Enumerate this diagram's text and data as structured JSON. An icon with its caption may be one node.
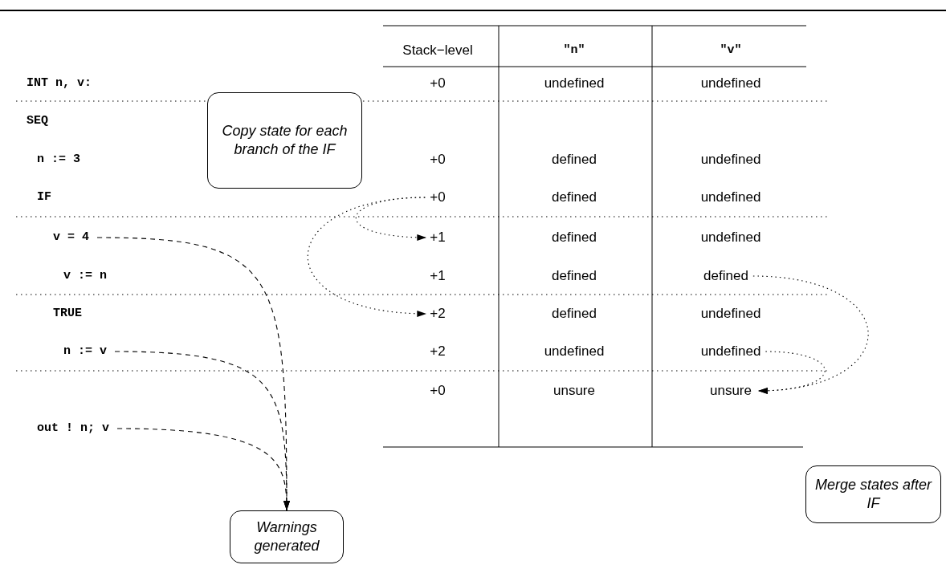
{
  "diagram": {
    "nodes": [
      {
        "text": [
          "Copy state for each branch of the IF"
        ]
      },
      {
        "text": [
          "+0"
        ]
      },
      {
        "text": [
          "v = 4"
        ]
      },
      {
        "text": [
          "+1"
        ]
      },
      {
        "text": [
          "defined"
        ]
      },
      {
        "text": [
          "+2"
        ]
      },
      {
        "text": [
          "n := v"
        ]
      },
      {
        "text": [
          "undefined"
        ]
      },
      {
        "text": [
          "unsure"
        ]
      },
      {
        "text": [
          "Merge states after IF"
        ]
      },
      {
        "text": [
          "out ! n; v"
        ]
      },
      {
        "text": [
          "Warnings generated"
        ]
      }
    ],
    "edges": [
      {
        "from": 1,
        "to": 3,
        "arrow": "to"
      },
      {
        "from": 1,
        "to": 5,
        "arrow": "to"
      },
      {
        "from": 4,
        "to": 8,
        "arrow": "to"
      },
      {
        "from": 7,
        "to": 8,
        "arrow": "to"
      },
      {
        "from": 2,
        "to": 11,
        "arrow": "to",
        "style": "dashed"
      },
      {
        "from": 6,
        "to": 11,
        "arrow": "to",
        "style": "dashed"
      },
      {
        "from": 10,
        "to": 11,
        "arrow": "to",
        "style": "dashed"
      }
    ],
    "labels": [
      "Stack−level",
      "\"n\"",
      "\"v\"",
      "INT n, v:",
      "+0",
      "undefined",
      "undefined",
      "SEQ",
      "n := 3",
      "+0",
      "defined",
      "undefined",
      "IF",
      "defined",
      "undefined",
      "defined",
      "undefined",
      "v := n",
      "+1",
      "defined",
      "TRUE",
      "defined",
      "undefined",
      "+2",
      "undefined",
      "+0",
      "unsure"
    ]
  }
}
